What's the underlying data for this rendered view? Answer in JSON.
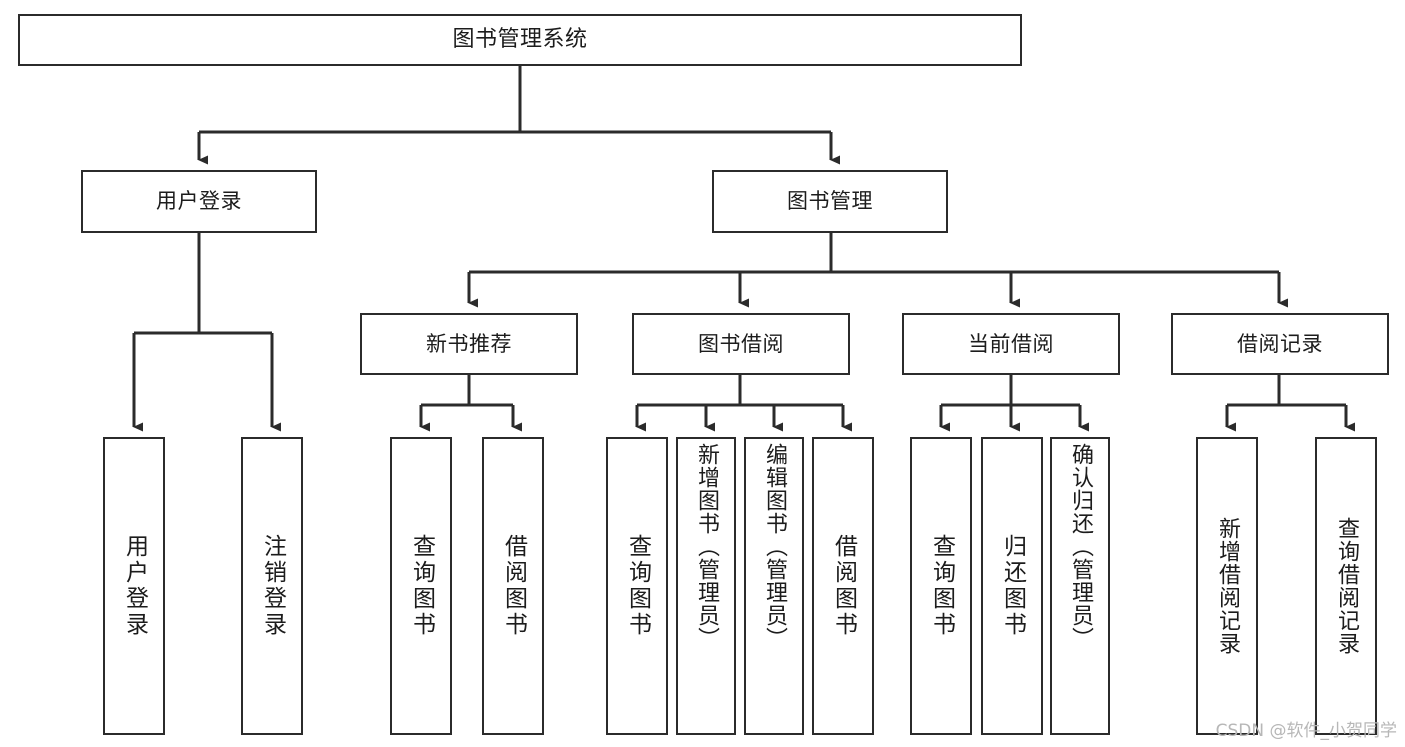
{
  "diagram": {
    "title": "图书管理系统",
    "type": "tree-hierarchy-diagram",
    "watermark": "CSDN @软件_小贺同学",
    "colors": {
      "background": "#ffffff",
      "box_border": "#2b2b2b",
      "box_fill": "#ffffff",
      "text": "#1c1c1c",
      "edge": "#2b2b2b",
      "watermark": "#b7b7b7"
    },
    "nodes": {
      "root": {
        "label": "图书管理系统"
      },
      "level2": [
        {
          "label": "用户登录"
        },
        {
          "label": "图书管理"
        }
      ],
      "level3": [
        {
          "label": "新书推荐"
        },
        {
          "label": "图书借阅"
        },
        {
          "label": "当前借阅"
        },
        {
          "label": "借阅记录"
        }
      ],
      "leaves": {
        "user_login": [
          {
            "label": "用户登录"
          },
          {
            "label": "注销登录"
          }
        ],
        "new_book_recommend": [
          {
            "label": "查询图书"
          },
          {
            "label": "借阅图书"
          }
        ],
        "book_borrow": [
          {
            "label": "查询图书"
          },
          {
            "label": "新增图书（管理员）"
          },
          {
            "label": "编辑图书（管理员）"
          },
          {
            "label": "借阅图书"
          }
        ],
        "current_borrow": [
          {
            "label": "查询图书"
          },
          {
            "label": "归还图书"
          },
          {
            "label": "确认归还（管理员）"
          }
        ],
        "borrow_record": [
          {
            "label": "新增借阅记录"
          },
          {
            "label": "查询借阅记录"
          }
        ]
      }
    }
  }
}
